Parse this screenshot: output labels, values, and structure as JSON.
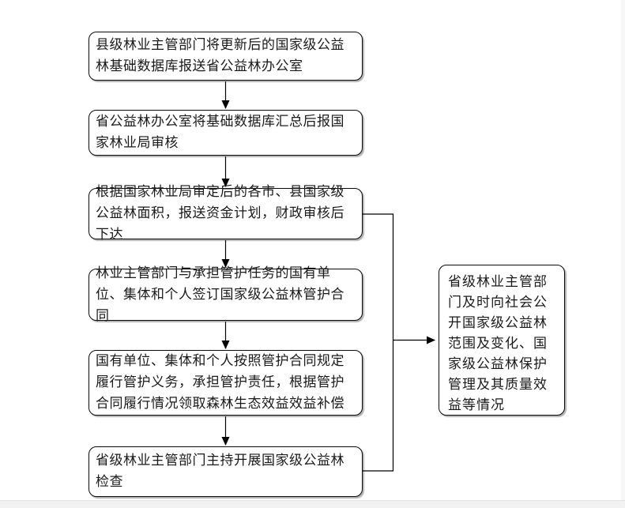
{
  "diagram": {
    "type": "flowchart",
    "direction": "top-down",
    "steps": [
      {
        "text": "县级林业主管部门将更新后的国家级公益林基础数据库报送省公益林办公室"
      },
      {
        "text": "省公益林办公室将基础数据库汇总后报国家林业局审核"
      },
      {
        "text": "根据国家林业局审定后的各市、县国家级公益林面积，报送资金计划，财政审核后下达"
      },
      {
        "text": "林业主管部门与承担管护任务的国有单位、集体和个人签订国家级公益林管护合同"
      },
      {
        "text": "国有单位、集体和个人按照管护合同规定履行管护义务，承担管护责任，根据管护合同履行情况领取森林生态效益效益补偿"
      },
      {
        "text": "省级林业主管部门主持开展国家级公益林检查"
      }
    ],
    "side_box": {
      "text": "省级林业主管部门及时向社会公开国家级公益林范围及变化、国家级公益林保护管理及其质量效益等情况",
      "linked_steps": [
        3,
        6
      ]
    },
    "colors": {
      "box_border": "#0a0a0a",
      "box_fill": "#ffffff",
      "text": "#1a1a1a",
      "connector": "#000000",
      "page_background": "#ffffff",
      "scrollbar_track": "#f2f2f2"
    }
  }
}
